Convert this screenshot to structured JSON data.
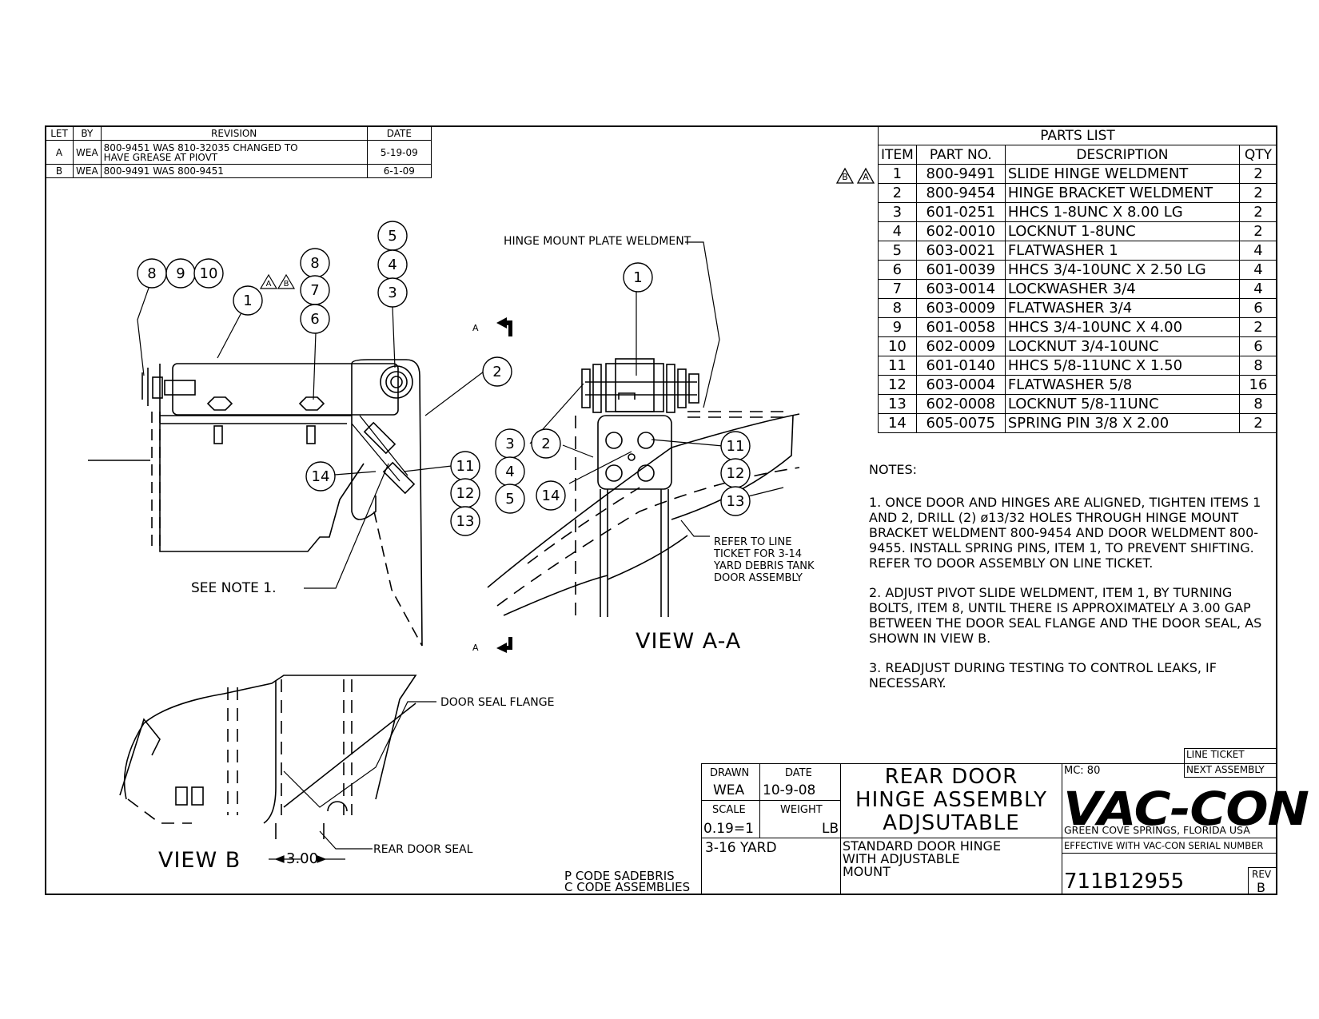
{
  "revision_block": {
    "headers": [
      "LET",
      "BY",
      "REVISION",
      "DATE"
    ],
    "rows": [
      {
        "let": "A",
        "by": "WEA",
        "revision_line1": "800-9451 WAS 810-32035 CHANGED TO",
        "revision_line2": "HAVE GREASE AT PIOVT",
        "date": "5-19-09"
      },
      {
        "let": "B",
        "by": "WEA",
        "revision_line1": "800-9491 WAS 800-9451",
        "revision_line2": "",
        "date": "6-1-09"
      }
    ]
  },
  "parts_list": {
    "title": "PARTS LIST",
    "headers": [
      "ITEM",
      "PART NO.",
      "DESCRIPTION",
      "QTY"
    ],
    "rows": [
      {
        "item": "1",
        "part_no": "800-9491",
        "description": "SLIDE HINGE WELDMENT",
        "qty": "2"
      },
      {
        "item": "2",
        "part_no": "800-9454",
        "description": "HINGE BRACKET WELDMENT",
        "qty": "2"
      },
      {
        "item": "3",
        "part_no": "601-0251",
        "description": "HHCS 1-8UNC X 8.00 LG",
        "qty": "2"
      },
      {
        "item": "4",
        "part_no": "602-0010",
        "description": "LOCKNUT 1-8UNC",
        "qty": "2"
      },
      {
        "item": "5",
        "part_no": "603-0021",
        "description": "FLATWASHER 1",
        "qty": "4"
      },
      {
        "item": "6",
        "part_no": "601-0039",
        "description": "HHCS 3/4-10UNC X 2.50 LG",
        "qty": "4"
      },
      {
        "item": "7",
        "part_no": "603-0014",
        "description": "LOCKWASHER 3/4",
        "qty": "4"
      },
      {
        "item": "8",
        "part_no": "603-0009",
        "description": "FLATWASHER 3/4",
        "qty": "6"
      },
      {
        "item": "9",
        "part_no": "601-0058",
        "description": "HHCS 3/4-10UNC X 4.00",
        "qty": "2"
      },
      {
        "item": "10",
        "part_no": "602-0009",
        "description": "LOCKNUT 3/4-10UNC",
        "qty": "6"
      },
      {
        "item": "11",
        "part_no": "601-0140",
        "description": "HHCS 5/8-11UNC X 1.50",
        "qty": "8"
      },
      {
        "item": "12",
        "part_no": "603-0004",
        "description": "FLATWASHER 5/8",
        "qty": "16"
      },
      {
        "item": "13",
        "part_no": "602-0008",
        "description": "LOCKNUT 5/8-11UNC",
        "qty": "8"
      },
      {
        "item": "14",
        "part_no": "605-0075",
        "description": "SPRING PIN 3/8 X 2.00",
        "qty": "2"
      }
    ],
    "revision_marks": [
      "B",
      "A"
    ]
  },
  "notes": {
    "heading": "NOTES:",
    "items": [
      "1.  ONCE DOOR AND HINGES ARE ALIGNED, TIGHTEN ITEMS 1 AND 2, DRILL (2) ø13/32 HOLES THROUGH HINGE MOUNT BRACKET WELDMENT 800-9454 AND DOOR  WELDMENT 800-9455. INSTALL SPRING PINS, ITEM 1, TO PREVENT SHIFTING.  REFER TO DOOR ASSEMBLY ON LINE TICKET.",
      "2.  ADJUST PIVOT SLIDE WELDMENT, ITEM 1, BY TURNING BOLTS, ITEM 8, UNTIL THERE IS APPROXIMATELY A 3.00 GAP BETWEEN THE DOOR SEAL FLANGE AND THE DOOR SEAL, AS SHOWN IN VIEW B.",
      "3.  READJUST DURING TESTING TO CONTROL LEAKS, IF NECESSARY."
    ]
  },
  "drawing_labels": {
    "hinge_mount_plate": "HINGE MOUNT PLATE WELDMENT",
    "see_note": "SEE NOTE 1.",
    "refer_line_ticket": [
      "REFER TO LINE",
      "TICKET FOR 3-14",
      "YARD DEBRIS TANK",
      "DOOR ASSEMBLY"
    ],
    "view_aa": "VIEW A-A",
    "view_b": "VIEW B",
    "door_seal_flange": "DOOR SEAL FLANGE",
    "rear_door_seal": "REAR DOOR SEAL",
    "dimension": "3.00",
    "section_letter": "A",
    "balloons": [
      "1",
      "2",
      "3",
      "4",
      "5",
      "6",
      "7",
      "8",
      "9",
      "10",
      "11",
      "12",
      "13",
      "14"
    ],
    "p_code": "P CODE SADEBRIS",
    "c_code": "C CODE ASSEMBLIES"
  },
  "title_block": {
    "drawn_label": "DRAWN",
    "drawn_value": "WEA",
    "date_label": "DATE",
    "date_value": "10-9-08",
    "scale_label": "SCALE",
    "scale_value": "0.19=1",
    "weight_label": "WEIGHT",
    "weight_value": "LB",
    "title_lines": [
      "REAR DOOR",
      "HINGE ASSEMBLY",
      "ADJSUTABLE"
    ],
    "size_text": "3-16 YARD",
    "desc_lines": [
      "STANDARD DOOR HINGE",
      "WITH ADJUSTABLE",
      "MOUNT"
    ],
    "mc": "MC: 80",
    "line_ticket": "LINE TICKET",
    "next_assembly": "NEXT ASSEMBLY",
    "logo": "VAC-CON",
    "location": "GREEN COVE SPRINGS, FLORIDA USA",
    "effective": "EFFECTIVE WITH VAC-CON SERIAL NUMBER",
    "drawing_number": "711B12955",
    "rev_label": "REV",
    "rev_value": "B"
  }
}
